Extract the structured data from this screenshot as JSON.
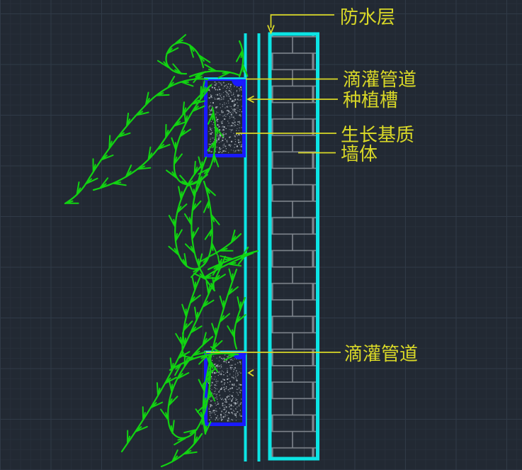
{
  "labels": {
    "waterproof_layer": "防水层",
    "drip_pipe_upper": "滴灌管道",
    "planting_trough": "种植槽",
    "growth_substrate": "生长基质",
    "wall_body": "墙体",
    "drip_pipe_lower": "滴灌管道"
  },
  "colors": {
    "background": "#222933",
    "grid_minor": "#272f3a",
    "grid_major": "#303a47",
    "line_cyan": "#0ce4e4",
    "trough_blue": "#1a1aff",
    "vine_green": "#12d312",
    "label_yellow": "#d9d827",
    "brick_gray": "#7d838b",
    "stipple_gray": "#b0b8c0"
  }
}
